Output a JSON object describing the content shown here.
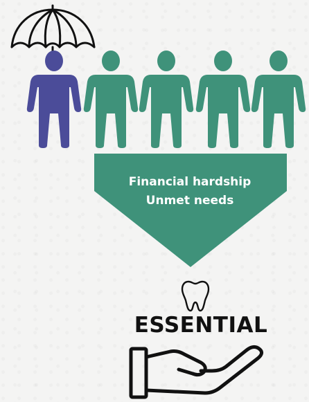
{
  "funnel": {
    "line1": "Financial hardship",
    "line2": "Unmet needs"
  },
  "essential": {
    "label": "ESSENTIAL"
  },
  "colors": {
    "insured_person": "#4b4c99",
    "uninsured_person": "#3f927a",
    "funnel": "#3f927a",
    "outline": "#111111",
    "background": "#f4f4f3"
  },
  "icons": [
    "umbrella-icon",
    "person-icon",
    "tooth-icon",
    "open-hand-icon"
  ]
}
